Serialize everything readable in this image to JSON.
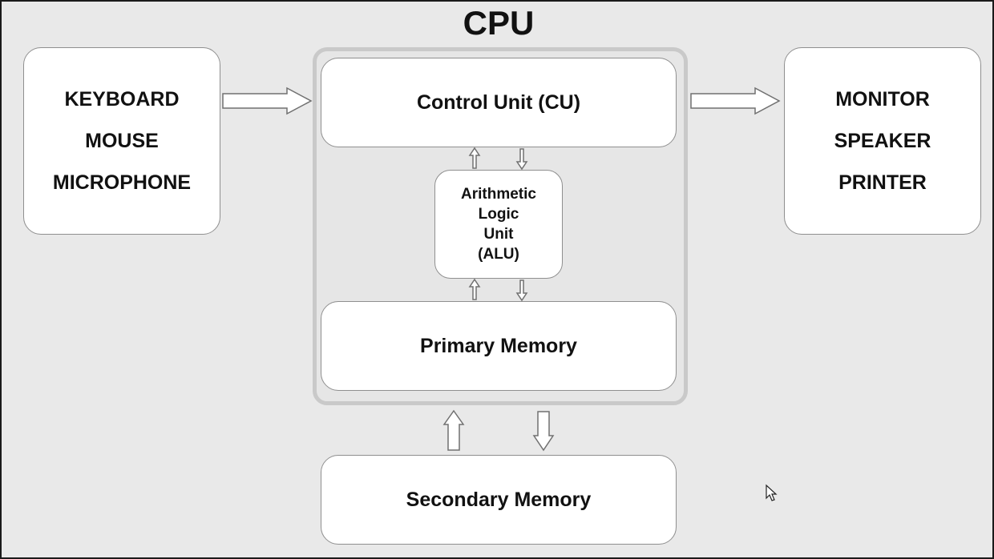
{
  "title": "CPU",
  "input_devices": [
    "KEYBOARD",
    "MOUSE",
    "MICROPHONE"
  ],
  "output_devices": [
    "MONITOR",
    "SPEAKER",
    "PRINTER"
  ],
  "control_unit": "Control Unit (CU)",
  "alu": [
    "Arithmetic",
    "Logic",
    "Unit",
    "(ALU)"
  ],
  "primary_memory": "Primary Memory",
  "secondary_memory": "Secondary Memory",
  "colors": {
    "background": "#e9e9e9",
    "box": "#ffffff",
    "border": "#8f8f8f",
    "text": "#111111"
  }
}
